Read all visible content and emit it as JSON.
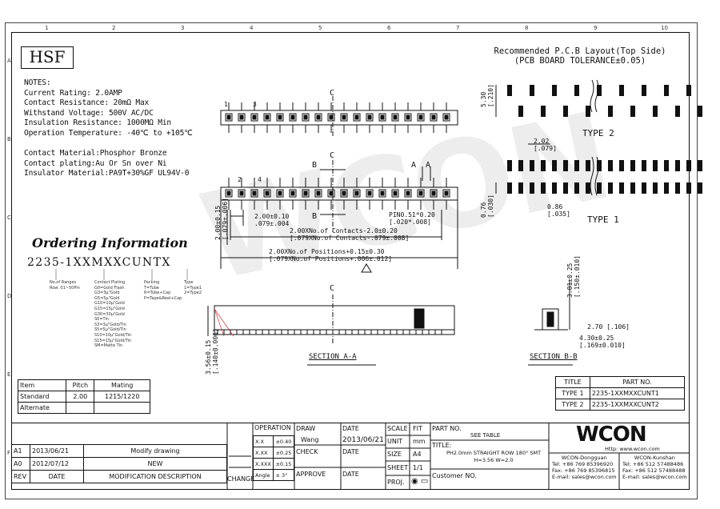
{
  "logo": "HSF",
  "notes": [
    "NOTES:",
    "Current Rating: 2.0AMP",
    "Contact Resistance: 20mΩ Max",
    "Withstand Voltage: 500V AC/DC",
    "Insulation Resistance: 1000MΩ Min",
    "Operation Temperature: -40℃ to +105℃",
    "",
    "Contact Material:Phosphor Bronze",
    "Contact plating:Au Or Sn over Ni",
    "Insulator Material:PA9T+30%GF UL94V-0"
  ],
  "ordering": {
    "title": "Ordering Information",
    "code": "2235-1XXMXXCUNTX",
    "opt1": [
      "No.of Ranges",
      "Row: 01~50Pin"
    ],
    "opt2": [
      "Contact Plating",
      "G0=Gold Flash",
      "G3=3μ\"Gold",
      "G5=5μ\"Gold",
      "G10=10μ\"Gold",
      "G15=15μ\"Gold",
      "G30=30μ\"Gold",
      "S0=Tin",
      "S3=3μ\"Gold/Tin",
      "S5=5μ\"Gold/Tin",
      "S10=10μ\"Gold/Tin",
      "S15=15μ\"Gold/Tin",
      "SM=Matte Tin"
    ],
    "opt3": [
      "Packing",
      "T=Tube",
      "R=Tube+Cap",
      "P=Tape&Reel+Cap"
    ],
    "opt4": [
      "Type",
      "1=Type1",
      "2=Type2"
    ]
  },
  "pins": {
    "p1": "1",
    "p3": "3",
    "p2": "2",
    "p4": "4"
  },
  "dims": {
    "d_width": "2.00±0.10\n.079±.004",
    "d_height": "2.00±0.15\n[.079±.006]",
    "d_contacts": "2.00XNo.of Contacts-2.0±0.20\n[.079XNo.of Contacts-.079±.008]",
    "d_positions": "2.00XNo.of Positions+0.15±0.30\n[.079XNo.of Positions+.006±.012]",
    "d_pin": "PIN0.51*0.20\n[.020*.008]",
    "d_pcb_pitch": "2.02\n[.079]",
    "d_pcb_h2": "5.30\n[.210]",
    "d_pcb_h1": "0.76\n[.030]",
    "d_pcb_w": "0.86\n[.035]",
    "d_side_h": "3.81±0.25\n[.150±.010]",
    "d_sb1": "2.70 [.106]",
    "d_sb2": "4.30±0.25\n[.169±0.010]",
    "d_sa": "3.56±0.15\n[.140±0.006]",
    "lbl_a": "A",
    "lbl_b": "B",
    "lbl_c": "C"
  },
  "pcb": {
    "title": "Recommended P.C.B Layout(Top Side)",
    "tolerance": "(PCB BOARD TOLERANCE±0.05)",
    "type2": "TYPE 2",
    "type1": "TYPE 1"
  },
  "sections": {
    "a": "SECTION A-A",
    "b": "SECTION B-B"
  },
  "spec_table": {
    "headers": [
      "Item",
      "Pitch",
      "Mating"
    ],
    "rows": [
      [
        "Standard",
        "2.00",
        "1215/1220"
      ],
      [
        "Alternate",
        "",
        ""
      ]
    ]
  },
  "part_table": {
    "headers": [
      "TITLE",
      "PART NO."
    ],
    "rows": [
      [
        "TYPE 1",
        "2235-1XXMXXCUNT1"
      ],
      [
        "TYPE 2",
        "2235-1XXMXXCUNT2"
      ]
    ]
  },
  "revisions": [
    {
      "rev": "A1",
      "date": "2013/06/21",
      "desc": "Modify drawing",
      "change": ""
    },
    {
      "rev": "A0",
      "date": "2012/07/12",
      "desc": "NEW",
      "change": ""
    }
  ],
  "rev_headers": {
    "rev": "REV",
    "date": "DATE",
    "desc": "MODIFICATION DESCRIPTION",
    "change": "CHANGE"
  },
  "tolerance": {
    "operation": "OPERATION",
    "rows": [
      [
        "X.X",
        "±0.40"
      ],
      [
        "X.XX",
        "±0.25"
      ],
      [
        "X.XXX",
        "±0.15"
      ],
      [
        "Angle",
        "± 3°"
      ]
    ]
  },
  "titleblock": {
    "draw": "DRAW",
    "drawer": "Wang",
    "check": "CHECK",
    "approve": "APPROVE",
    "date": "DATE",
    "date_val": "2013/06/21",
    "scale": "SCALE",
    "fit": "FIT",
    "unit": "UNIT",
    "unit_val": "mm",
    "size": "SIZE",
    "size_val": "A4",
    "sheet": "SHEET",
    "sheet_val": "1/1",
    "proj": "PROJ.",
    "partno": "PART NO.",
    "partno_val": "SEE TABLE",
    "title": "TITLE:",
    "title_val": "PH2.0mm STRAIGHT ROW 180° SMT\nH=3.56 W=2.0",
    "customer": "Customer NO.",
    "brand": "WCON",
    "url": "Http: www.wcon.com",
    "office1": "WCON-Dongguan",
    "tel1": "Tel: +86 769 85396920",
    "fax1": "Fax: +86 769 85396815",
    "mail1": "E-mail: sales@wcon.com",
    "office2": "WCON-Kunshan",
    "tel2": "Tel: +86 512 57488486",
    "fax2": "Fax: +86 512 57488488",
    "mail2": "E-mail: sales@wcon.com"
  },
  "watermark": "WCON"
}
